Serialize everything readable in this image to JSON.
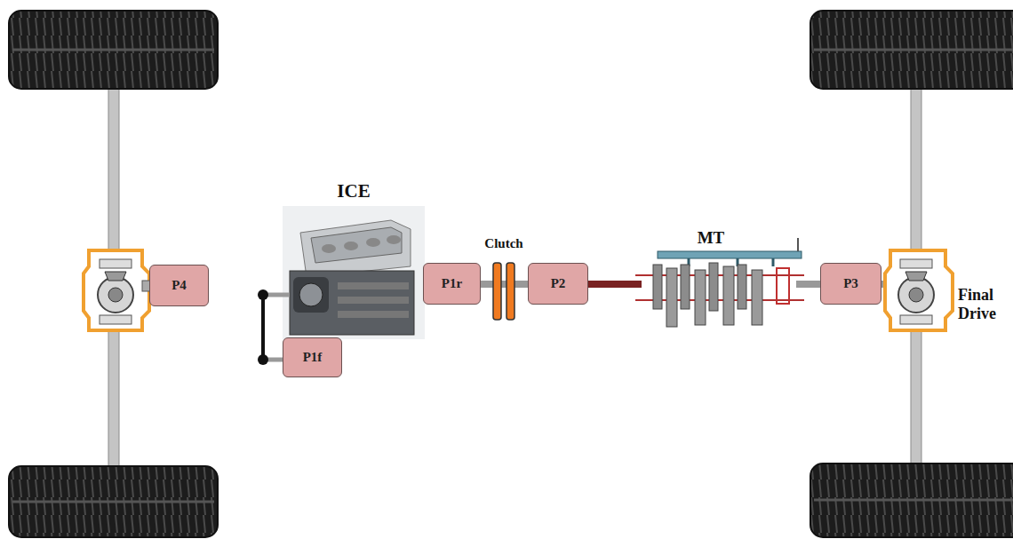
{
  "diagram": {
    "nodes": [
      {
        "text": [
          "P4"
        ]
      },
      {
        "text": [
          "P1f"
        ]
      },
      {
        "text": [
          "P1r"
        ]
      },
      {
        "text": [
          "P2"
        ]
      },
      {
        "text": [
          "P3"
        ]
      }
    ],
    "labels": [
      "ICE",
      "Clutch",
      "MT",
      "Final Drive"
    ]
  }
}
